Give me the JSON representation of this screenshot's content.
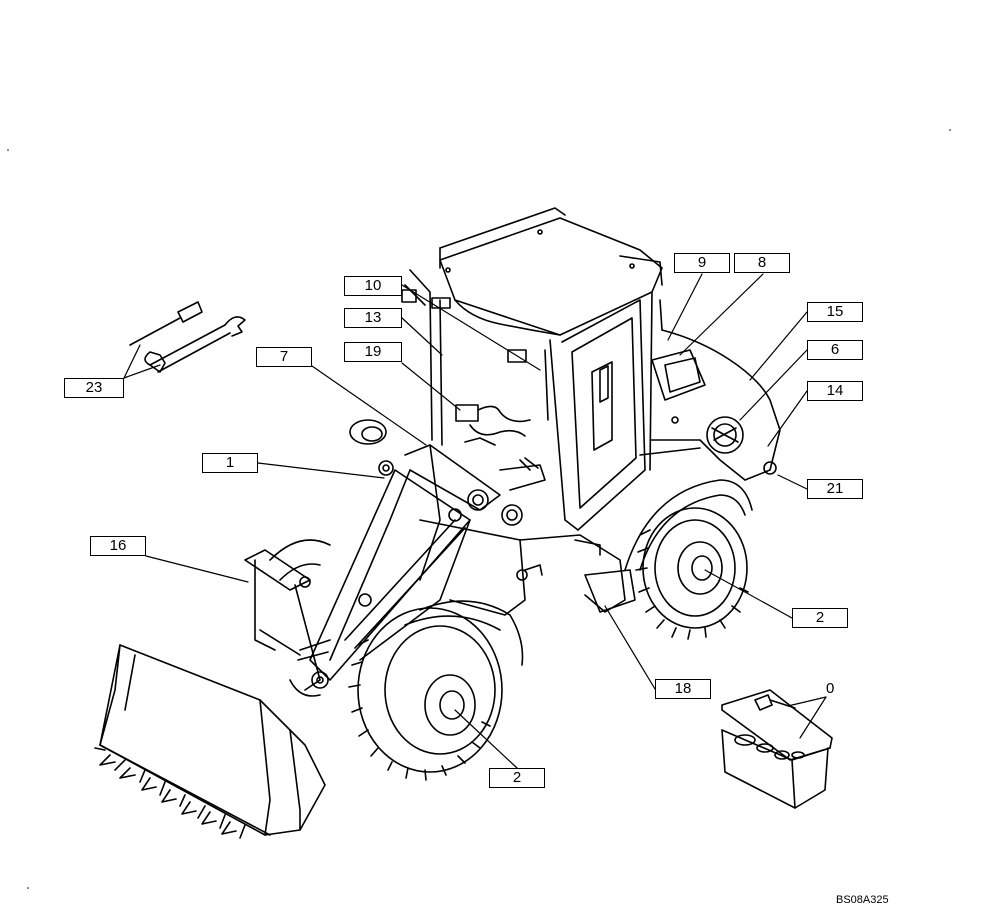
{
  "callouts": {
    "c0": "0",
    "c1": "1",
    "c2a": "2",
    "c2b": "2",
    "c6": "6",
    "c7": "7",
    "c8": "8",
    "c9": "9",
    "c10": "10",
    "c13": "13",
    "c14": "14",
    "c15": "15",
    "c16": "16",
    "c18": "18",
    "c19": "19",
    "c21": "21",
    "c23": "23"
  },
  "reference_code": "BS08A325",
  "colors": {
    "line": "#000000",
    "background": "#ffffff"
  }
}
